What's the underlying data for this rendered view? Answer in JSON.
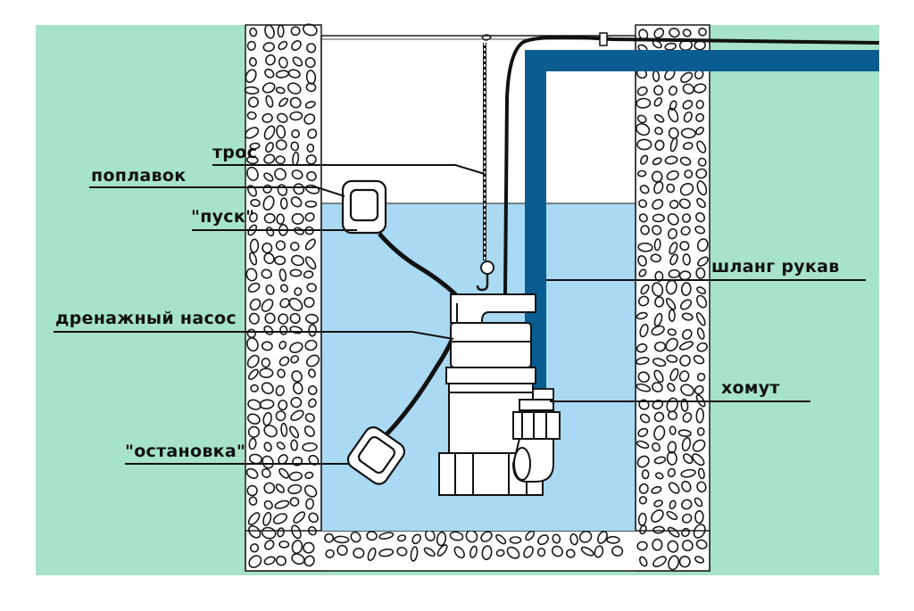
{
  "labels": {
    "tros": "трос",
    "poplavok": "поплавок",
    "pusk": "\"пуск\"",
    "nasos": "дренажный насос",
    "ostanovka": "\"остановка\"",
    "shlang": "шланг рукав",
    "homut": "хомут"
  },
  "colors": {
    "ground": "#a6e3c8",
    "water": "#a9d9f3",
    "pipe": "#0b5c91",
    "outline": "#1a1a1a",
    "gravel_fill": "#ffffff"
  }
}
